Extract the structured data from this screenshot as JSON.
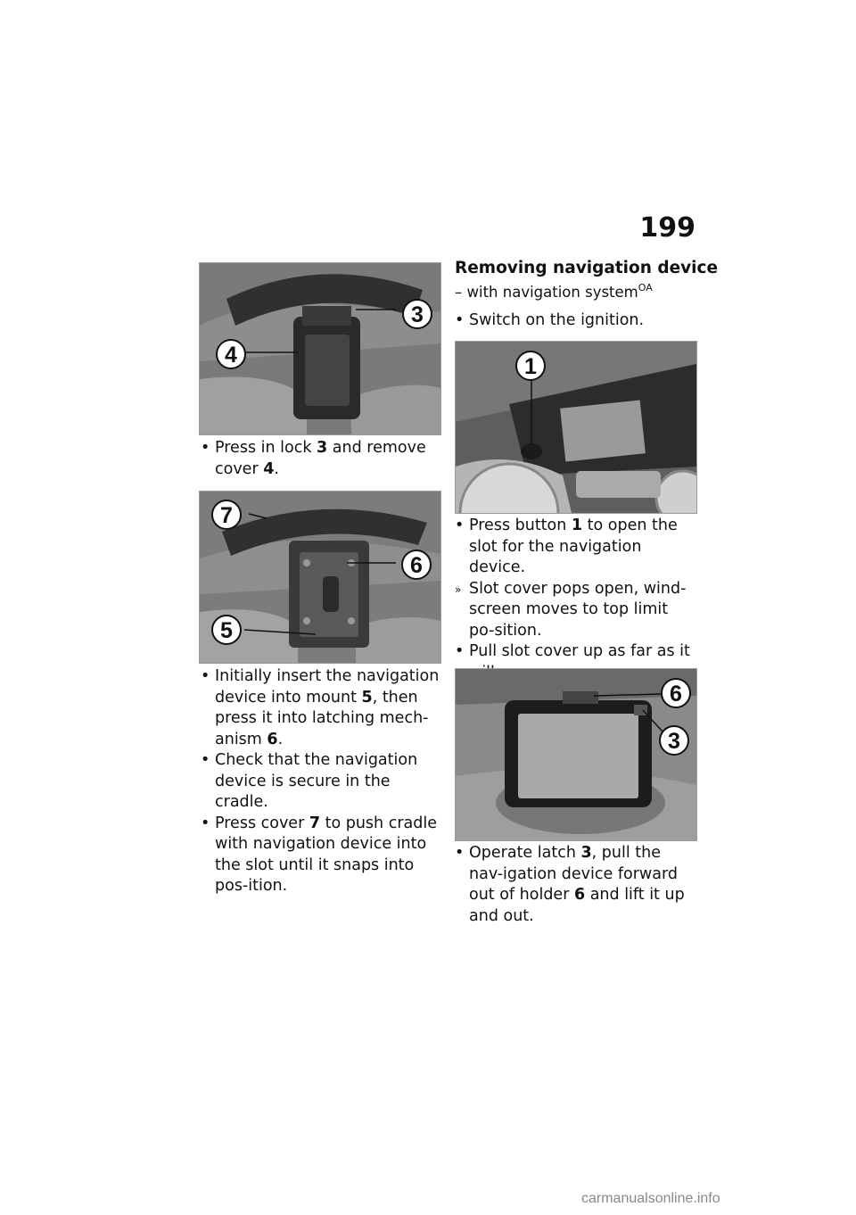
{
  "page_number": "199",
  "left": {
    "fig1_labels": [
      "3",
      "4"
    ],
    "fig1_steps": [
      {
        "mark": "•",
        "pre": "Press in lock ",
        "num1": "3",
        "mid": " and remove cover ",
        "num2": "4",
        "post": "."
      }
    ],
    "fig2_labels": [
      "7",
      "6",
      "5"
    ],
    "fig2_steps": [
      {
        "mark": "•",
        "pre": "Initially insert the navigation device into mount ",
        "num1": "5",
        "mid": ", then press it into latching mech-anism ",
        "num2": "6",
        "post": "."
      },
      {
        "mark": "•",
        "text": "Check that the navigation device is secure in the cradle."
      },
      {
        "mark": "•",
        "pre": "Press cover ",
        "num1": "7",
        "mid": " to push cradle with navigation device into the slot until it snaps into pos-ition."
      }
    ]
  },
  "right": {
    "heading": "Removing navigation device",
    "subheading": "– with navigation system",
    "subheading_sup": "OA",
    "step_ignition": {
      "mark": "•",
      "text": "Switch on the ignition."
    },
    "fig3_labels": [
      "1"
    ],
    "fig3_steps": [
      {
        "mark": "•",
        "pre": "Press button ",
        "num1": "1",
        "mid": " to open the slot for the navigation device."
      },
      {
        "mark": "»",
        "text": "Slot cover pops open, wind-screen moves to top limit po-sition."
      },
      {
        "mark": "•",
        "text": "Pull slot cover up as far as it will go."
      }
    ],
    "fig4_labels": [
      "6",
      "3"
    ],
    "fig4_steps": [
      {
        "mark": "•",
        "pre": "Operate latch ",
        "num1": "3",
        "mid": ", pull the nav-igation device forward out of holder ",
        "num2": "6",
        "post": " and lift it up and out."
      }
    ]
  },
  "footer": "carmanualsonline.info"
}
